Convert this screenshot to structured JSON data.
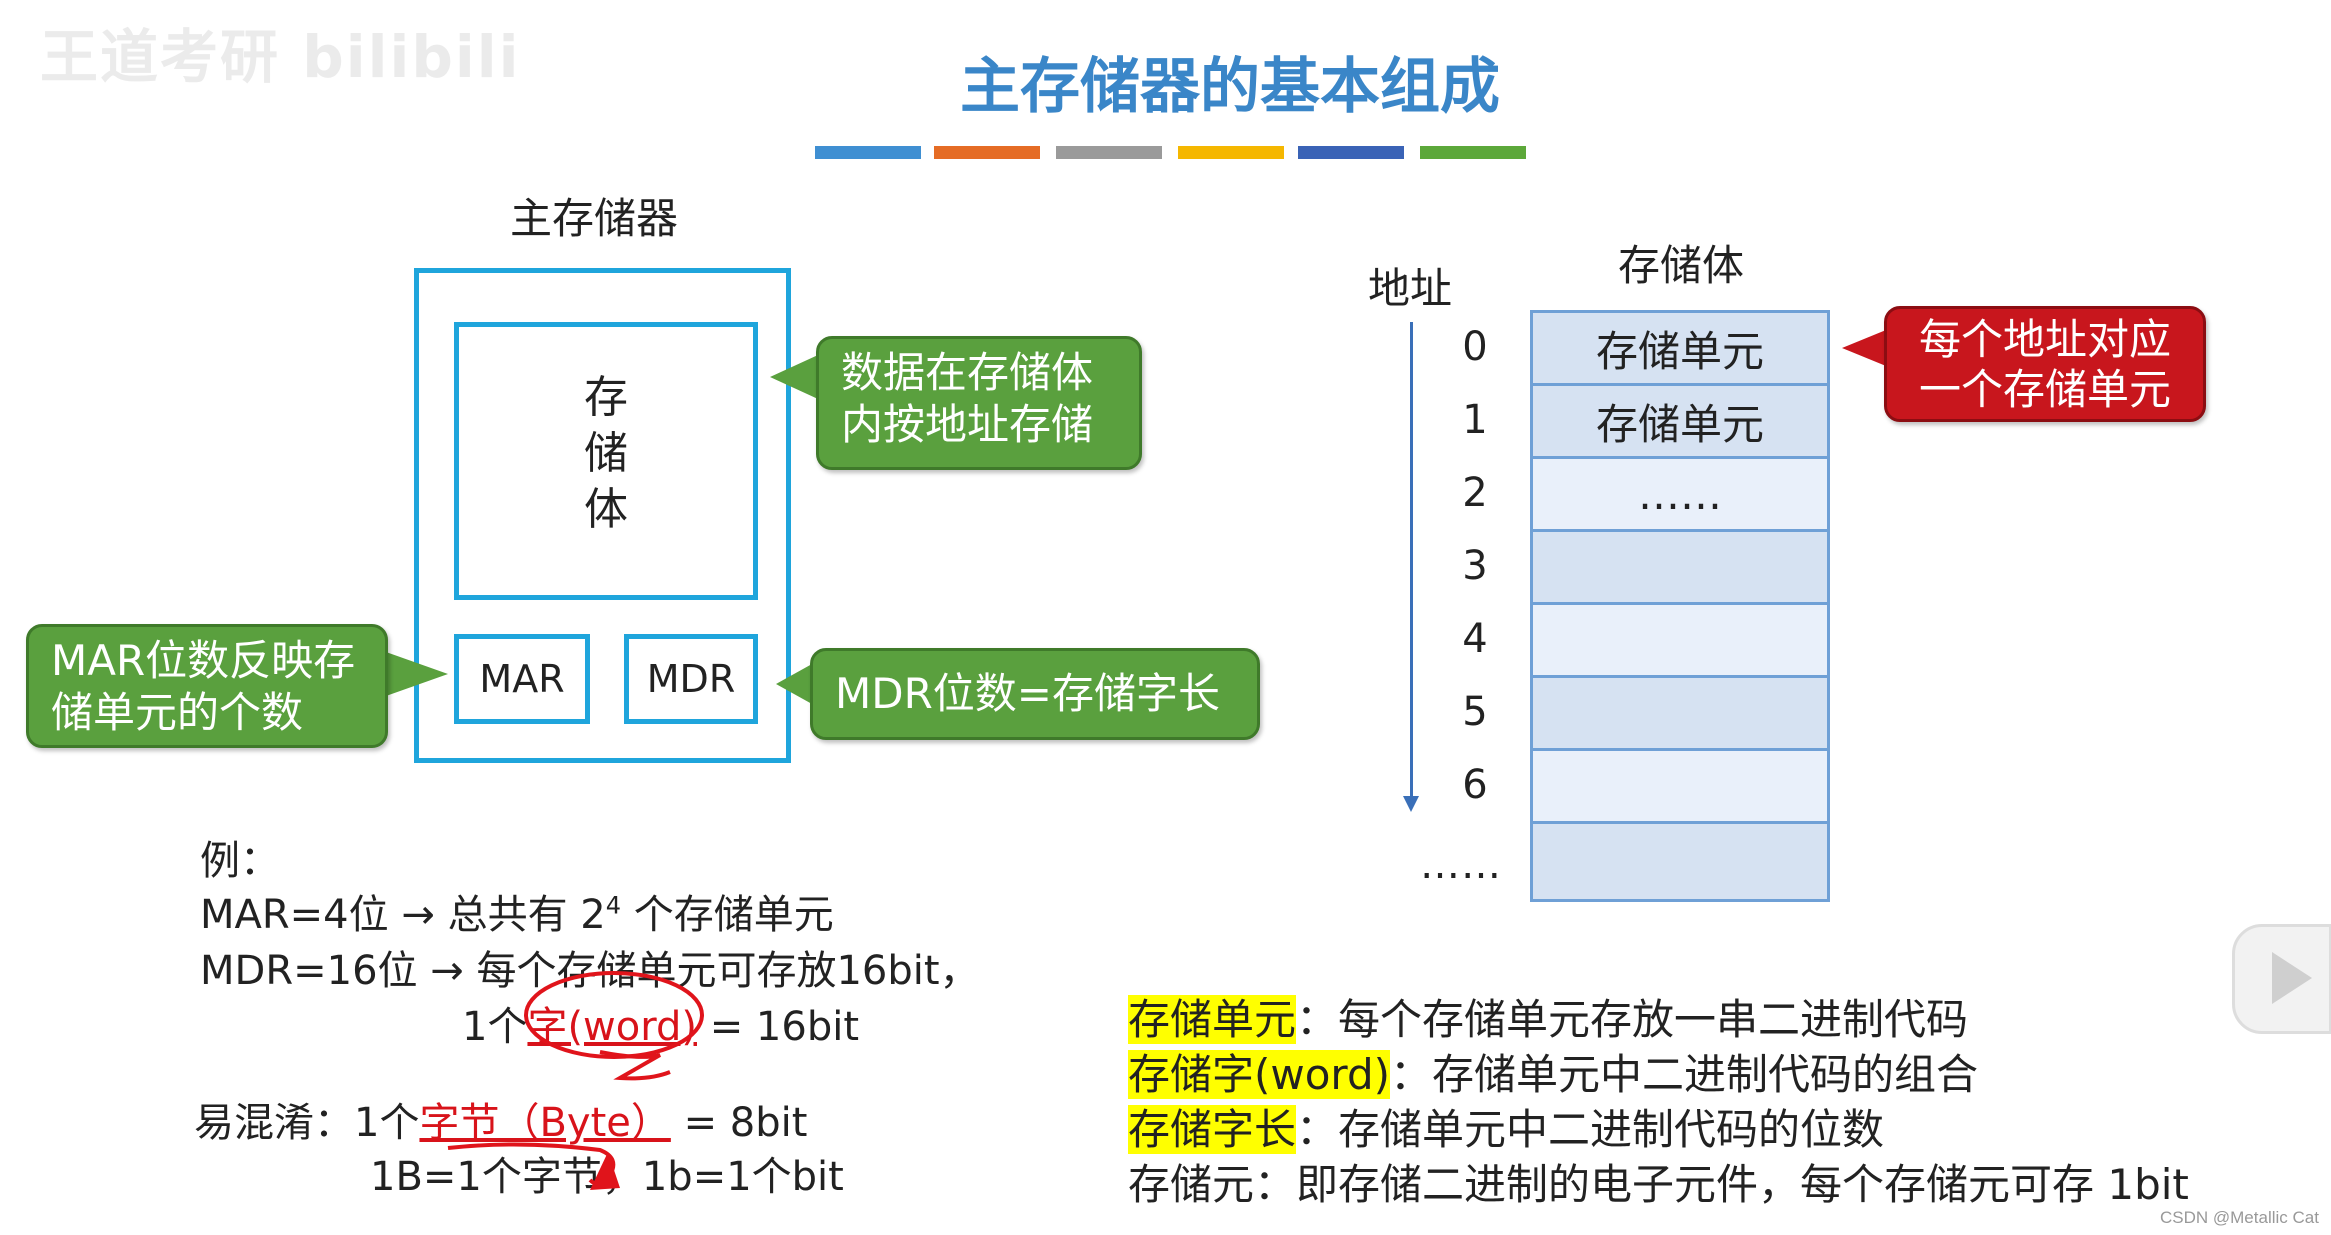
{
  "watermark": "王道考研 bilibili",
  "title": "主存储器的基本组成",
  "color_bars": [
    "#3f8fd2",
    "#e56c25",
    "#9a9a9a",
    "#f5b700",
    "#3a63b6",
    "#5ca83a"
  ],
  "left_diagram": {
    "label": "主存储器",
    "storage_bank": "存\n储\n体",
    "mar": "MAR",
    "mdr": "MDR",
    "callout_data": "数据在存储体\n内按地址存储",
    "callout_mar": "MAR位数反映存\n储单元的个数",
    "callout_mdr": "MDR位数=存储字长"
  },
  "right_diagram": {
    "address_label": "地址",
    "bank_label": "存储体",
    "addresses": [
      "0",
      "1",
      "2",
      "3",
      "4",
      "5",
      "6"
    ],
    "addresses_more": "……",
    "cells": [
      "存储单元",
      "存储单元",
      "……",
      "",
      "",
      "",
      "",
      ""
    ],
    "callout": "每个地址对应\n一个存储单元"
  },
  "example": {
    "heading": "例：",
    "line1_a": "MAR=4位 → 总共有 2",
    "line1_sup": "4",
    "line1_b": " 个存储单元",
    "line2": "MDR=16位 → 每个存储单元可存放16bit，",
    "line3_a": "1个",
    "line3_red": "字(word)",
    "line3_b": " = 16bit",
    "confuse_a": "易混淆：1个",
    "confuse_red": "字节（Byte）",
    "confuse_b": " = 8bit",
    "confuse_line2": "1B=1个字节，1b=1个bit"
  },
  "definitions": [
    {
      "term": "存储单元",
      "text": "：每个存储单元存放一串二进制代码",
      "highlight": true
    },
    {
      "term": "存储字(word)",
      "text": "：存储单元中二进制代码的组合",
      "highlight": true
    },
    {
      "term": "存储字长",
      "text": "：存储单元中二进制代码的位数",
      "highlight": true
    },
    {
      "term": "存储元",
      "text": "：即存储二进制的电子元件，每个存储元可存 1bit",
      "highlight": false
    }
  ],
  "credit": "CSDN @Metallic Cat"
}
